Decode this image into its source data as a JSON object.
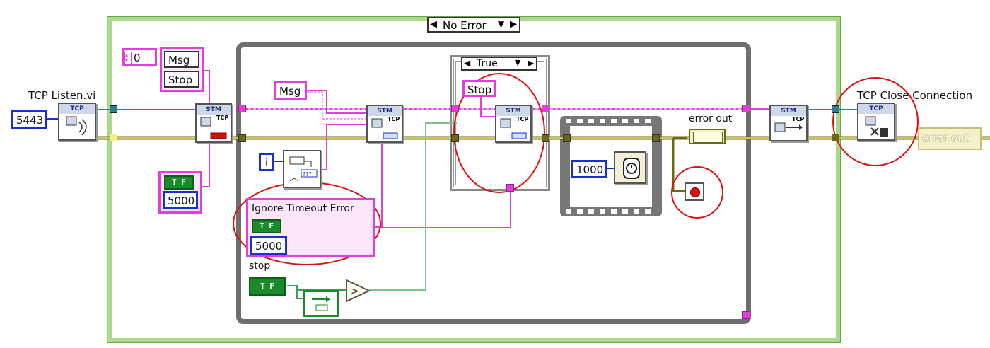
{
  "case_structure": {
    "selector": "No Error"
  },
  "inner_case": {
    "selector": "True"
  },
  "tcp_listen": {
    "label": "TCP Listen.vi",
    "port": "5443"
  },
  "cluster_const": {
    "index": "0",
    "items": [
      "Msg",
      "Stop"
    ]
  },
  "tf_const_left": {
    "bool": "T F",
    "value": "5000"
  },
  "msg_const": {
    "value": "Msg"
  },
  "index_const": {
    "value": "i"
  },
  "ignore_timeout": {
    "label": "Ignore Timeout Error",
    "bool": "T F",
    "value": "5000"
  },
  "stop_const": {
    "value": "Stop"
  },
  "wait": {
    "value": "1000"
  },
  "error_out_inner": {
    "label": "error out"
  },
  "stop_control": {
    "label": "stop",
    "bool": "T F"
  },
  "tcp_close": {
    "label": "TCP Close Connection"
  },
  "error_out_outer": {
    "label": "error out"
  },
  "stm_label": "STM",
  "tcp_label": "TCP",
  "colors": {
    "pink_wire": "#e23fd8",
    "error_wire": "#6b6a14",
    "blue_wire": "#2f7f8a",
    "annotation": "#e01010",
    "case_frame": "#9ccf7a"
  }
}
